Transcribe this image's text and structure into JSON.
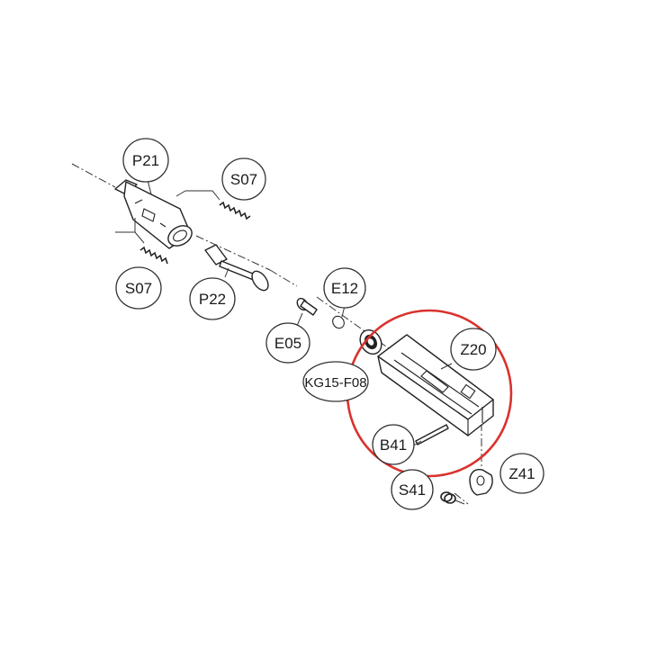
{
  "highlight_color": "#d9322e",
  "labels": {
    "p21": "P21",
    "s07_top": "S07",
    "s07_bottom": "S07",
    "p22": "P22",
    "e12": "E12",
    "e05": "E05",
    "kg15": "KG15-F08",
    "z20": "Z20",
    "b41": "B41",
    "s41": "S41",
    "z41": "Z41"
  }
}
